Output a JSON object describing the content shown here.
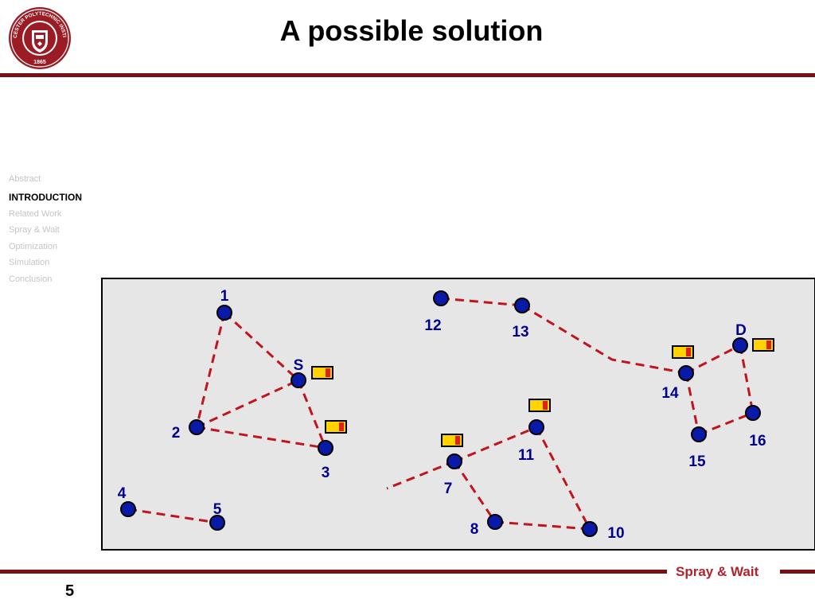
{
  "slide": {
    "title": "A possible solution",
    "page_number": "5",
    "footer_brand": "Spray & Wait"
  },
  "logo": {
    "top_text": "WORCESTER POLYTECHNIC INSTITUTE",
    "year": "1865",
    "icon": "wpi-seal-icon"
  },
  "nav": {
    "items": [
      {
        "label": "Abstract",
        "active": false
      },
      {
        "label": "INTRODUCTION",
        "active": true
      },
      {
        "label": "Related Work",
        "active": false
      },
      {
        "label": "Spray & Wait",
        "active": false
      },
      {
        "label": "Optimization",
        "active": false
      },
      {
        "label": "Simulation",
        "active": false
      },
      {
        "label": "Conclusion",
        "active": false
      }
    ]
  },
  "diagram": {
    "nodes": [
      {
        "id": "1",
        "label": "1"
      },
      {
        "id": "2",
        "label": "2"
      },
      {
        "id": "S",
        "label": "S"
      },
      {
        "id": "3",
        "label": "3"
      },
      {
        "id": "4",
        "label": "4"
      },
      {
        "id": "5",
        "label": "5"
      },
      {
        "id": "12",
        "label": "12"
      },
      {
        "id": "13",
        "label": "13"
      },
      {
        "id": "7",
        "label": "7"
      },
      {
        "id": "11",
        "label": "11"
      },
      {
        "id": "8",
        "label": "8"
      },
      {
        "id": "10",
        "label": "10"
      },
      {
        "id": "14",
        "label": "14"
      },
      {
        "id": "D",
        "label": "D"
      },
      {
        "id": "15",
        "label": "15"
      },
      {
        "id": "16",
        "label": "16"
      }
    ],
    "links": [
      [
        "1",
        "S"
      ],
      [
        "1",
        "2"
      ],
      [
        "2",
        "S"
      ],
      [
        "2",
        "3"
      ],
      [
        "S",
        "3"
      ],
      [
        "4",
        "5"
      ],
      [
        "12",
        "13"
      ],
      [
        "7",
        "11"
      ],
      [
        "7",
        "8"
      ],
      [
        "8",
        "10"
      ],
      [
        "11",
        "10"
      ],
      [
        "14",
        "D"
      ],
      [
        "14",
        "15"
      ],
      [
        "15",
        "16"
      ],
      [
        "D",
        "16"
      ]
    ],
    "messages": [
      {
        "name": "message-copy-S"
      },
      {
        "name": "message-copy-3"
      },
      {
        "name": "message-copy-11"
      },
      {
        "name": "message-copy-7"
      },
      {
        "name": "message-copy-14"
      },
      {
        "name": "message-copy-D"
      }
    ],
    "colors": {
      "node_fill": "#0a1aa8",
      "node_stroke": "#000000",
      "label": "#00008b",
      "link": "#c0141e",
      "panel": "#e6e6e6",
      "message_yellow": "#ffd200",
      "message_red": "#e0201a",
      "accent_rule": "#7a0f14"
    }
  }
}
